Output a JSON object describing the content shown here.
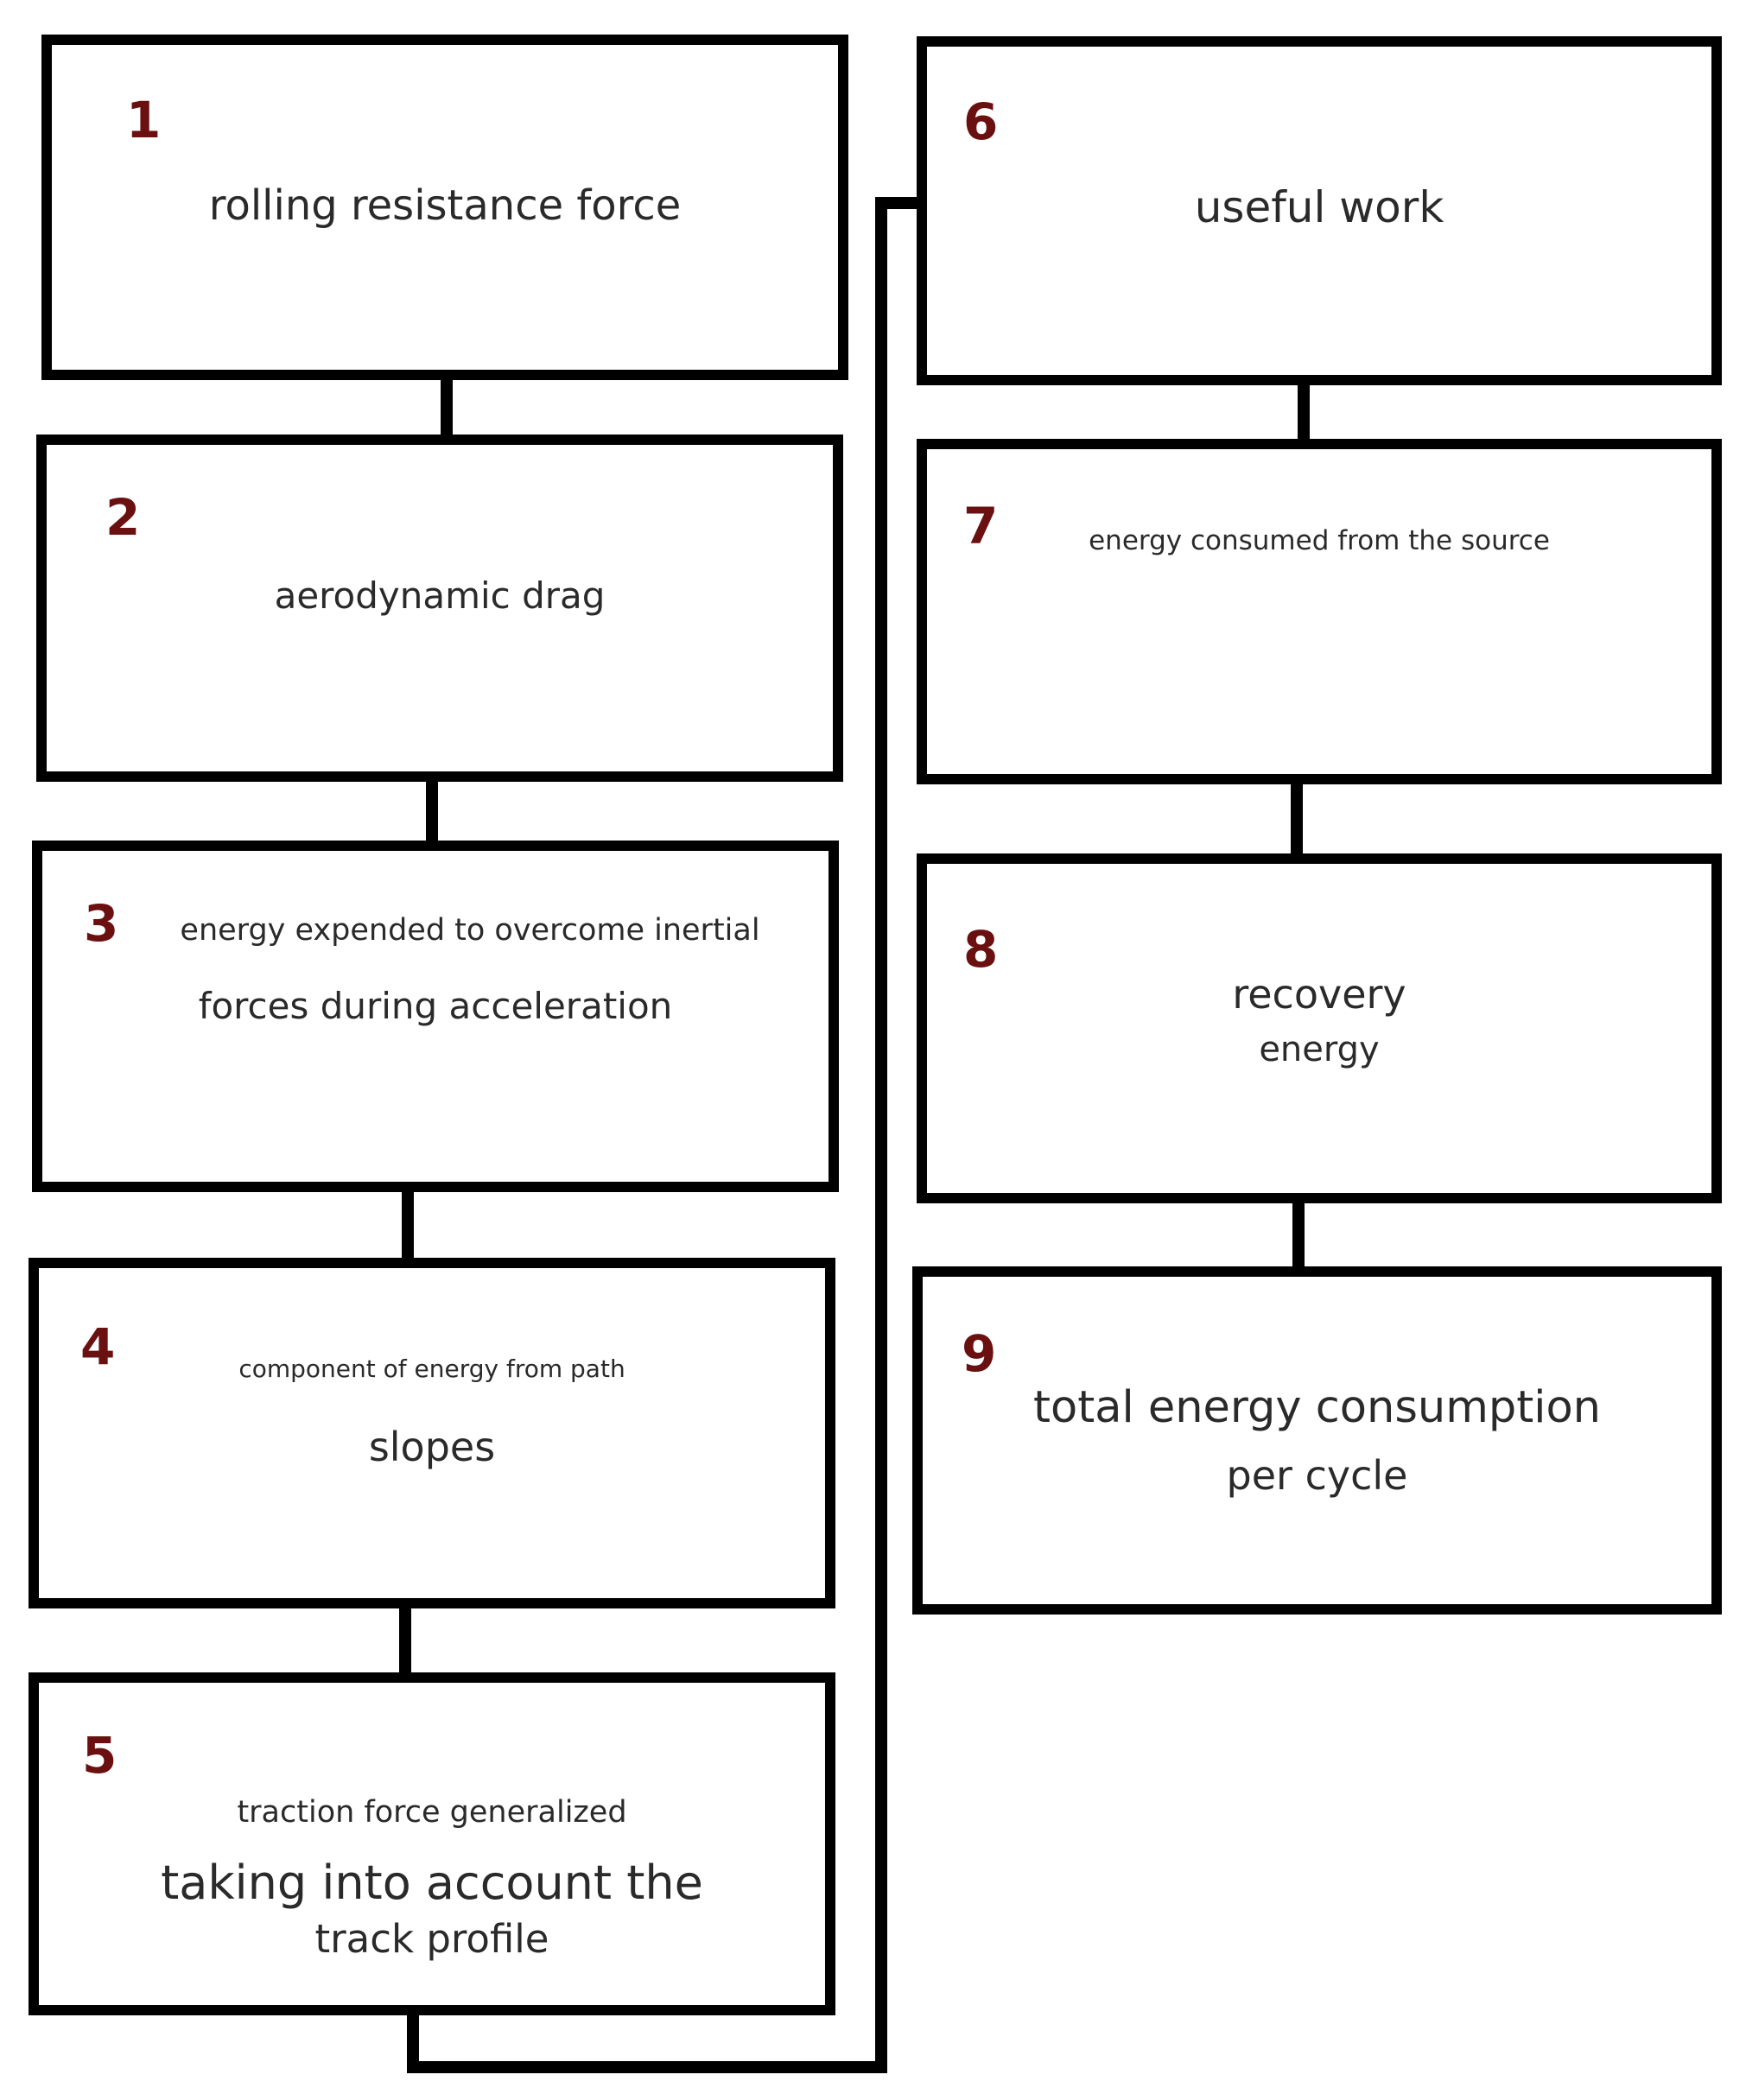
{
  "boxes": [
    {
      "number": "1",
      "lines": [
        "rolling resistance force"
      ]
    },
    {
      "number": "2",
      "lines": [
        "aerodynamic drag"
      ]
    },
    {
      "number": "3",
      "lines": [
        "energy expended to overcome inertial",
        "forces during acceleration"
      ]
    },
    {
      "number": "4",
      "lines": [
        "component of energy from path",
        "slopes"
      ]
    },
    {
      "number": "5",
      "lines": [
        "traction force generalized",
        "taking into account the",
        "track profile"
      ]
    },
    {
      "number": "6",
      "lines": [
        "useful work"
      ]
    },
    {
      "number": "7",
      "lines": [
        "energy consumed from the source"
      ]
    },
    {
      "number": "8",
      "lines": [
        "recovery",
        "energy"
      ]
    },
    {
      "number": "9",
      "lines": [
        "total energy consumption",
        "per cycle"
      ]
    }
  ]
}
